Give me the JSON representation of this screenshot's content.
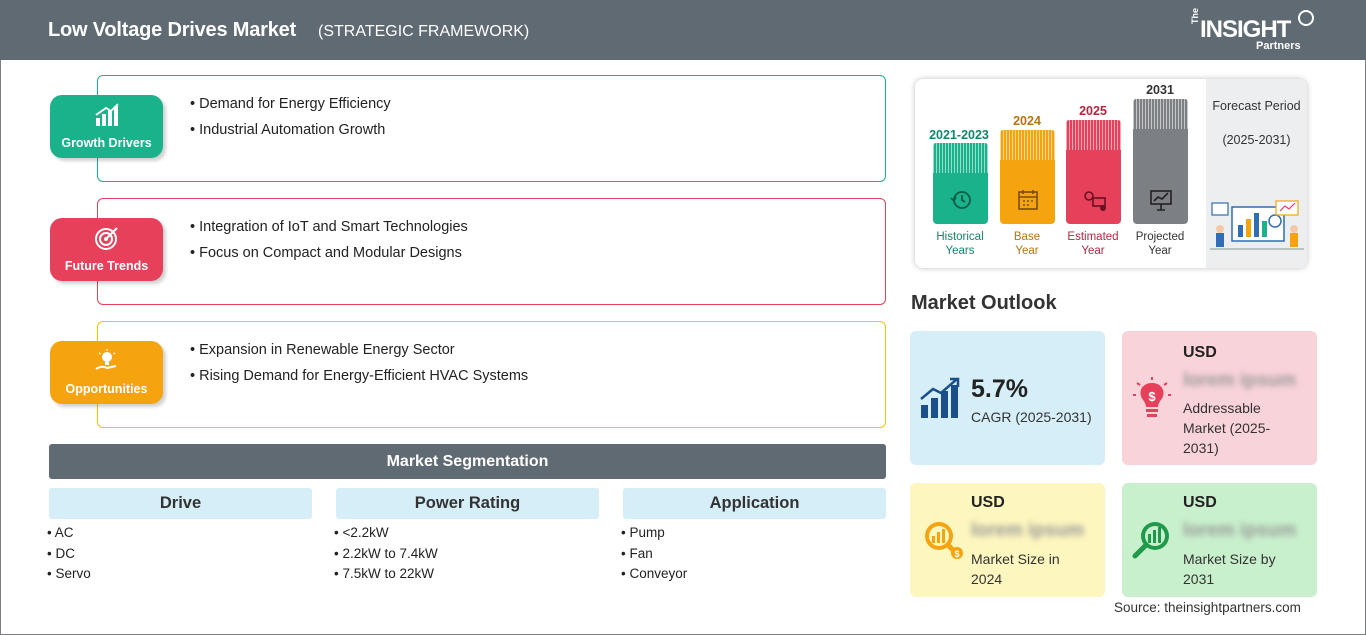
{
  "header": {
    "title": "Low Voltage Drives Market",
    "subtitle": "(STRATEGIC FRAMEWORK)",
    "logo": {
      "the": "The",
      "insight": "INSIGHT",
      "partners": "Partners"
    }
  },
  "framework": {
    "growth": {
      "label": "Growth Drivers",
      "color": "#1ab28a",
      "items": [
        "Demand for Energy Efficiency",
        "Industrial Automation Growth"
      ]
    },
    "trends": {
      "label": "Future Trends",
      "color": "#e6405a",
      "items": [
        "Integration of IoT and Smart Technologies",
        "Focus on Compact and Modular Designs"
      ]
    },
    "opportunities": {
      "label": "Opportunities",
      "color": "#f5a30f",
      "items": [
        "Expansion in Renewable Energy Sector",
        "Rising Demand for Energy-Efficient HVAC Systems"
      ]
    }
  },
  "segmentation": {
    "title": "Market Segmentation",
    "columns": [
      {
        "heading": "Drive",
        "items": [
          "AC",
          "DC",
          "Servo"
        ]
      },
      {
        "heading": "Power Rating",
        "items": [
          "<2.2kW",
          "2.2kW to 7.4kW",
          "7.5kW to 22kW"
        ]
      },
      {
        "heading": "Application",
        "items": [
          "Pump",
          "Fan",
          "Conveyor"
        ]
      }
    ]
  },
  "timeline": {
    "bars": [
      {
        "year": "2021-2023",
        "caption_1": "Historical",
        "caption_2": "Years",
        "color": "#1ab28a",
        "year_color": "#11876a",
        "icon": "history-icon"
      },
      {
        "year": "2024",
        "caption_1": "Base",
        "caption_2": "Year",
        "color": "#f5a30f",
        "year_color": "#b8740a",
        "icon": "calendar-icon"
      },
      {
        "year": "2025",
        "caption_1": "Estimated",
        "caption_2": "Year",
        "color": "#e6405a",
        "year_color": "#b52540",
        "icon": "gear-chart-icon"
      },
      {
        "year": "2031",
        "caption_1": "Projected",
        "caption_2": "Year",
        "color": "#7c8085",
        "year_color": "#333333",
        "icon": "presentation-icon"
      }
    ],
    "forecast_title": "Forecast Period",
    "forecast_period": "(2025-2031)"
  },
  "outlook": {
    "title": "Market Outlook",
    "cagr": {
      "value": "5.7%",
      "label": "CAGR (2025-2031)",
      "bg": "#d6eef7",
      "icon": "growth-chart-icon"
    },
    "addressable": {
      "currency": "USD",
      "value": "lorem ipsum",
      "label": "Addressable Market (2025-2031)",
      "bg": "#f9d3da",
      "icon": "dollar-bulb-icon"
    },
    "size2024": {
      "currency": "USD",
      "value": "lorem ipsum",
      "label": "Market Size in 2024",
      "bg": "#fdf6bf",
      "icon": "magnifier-chart-icon"
    },
    "size2031": {
      "currency": "USD",
      "value": "lorem ipsum",
      "label": "Market Size by 2031",
      "bg": "#c8f0cc",
      "icon": "magnifier-bars-icon"
    }
  },
  "source": "Source: theinsightpartners.com"
}
